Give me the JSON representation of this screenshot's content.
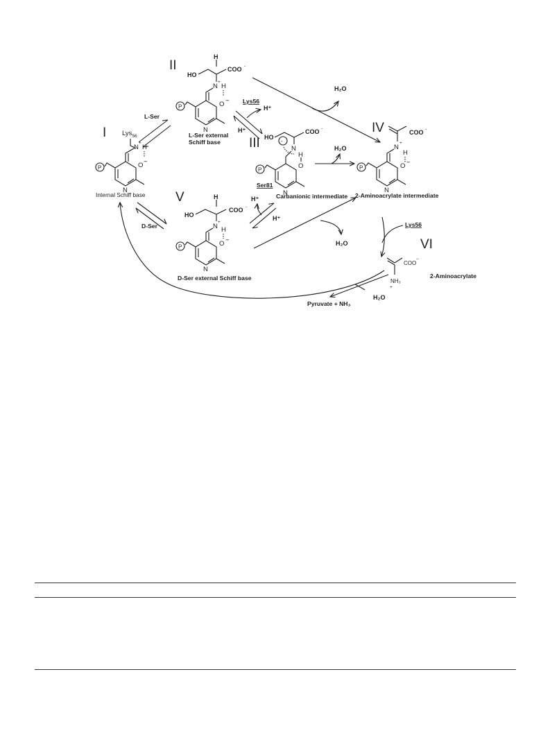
{
  "stages": {
    "I": {
      "numeral": "I",
      "label": "Internal Schiff base",
      "residue": "Lys",
      "residue_sub": "56"
    },
    "II": {
      "numeral": "II",
      "label_line1": "L-Ser external",
      "label_line2": "Schiff base",
      "substituent": "HO",
      "carboxylate": "COO",
      "h": "H"
    },
    "III": {
      "numeral": "III",
      "label": "Carbanionic intermediate",
      "residue": "Ser81",
      "substituent": "HO",
      "carboxylate": "COO"
    },
    "IV": {
      "numeral": "IV",
      "label": "2-Aminoacrylate intermediate",
      "carboxylate": "COO"
    },
    "V": {
      "numeral": "V",
      "label": "D-Ser external Schiff base",
      "substituent": "HO",
      "carboxylate": "COO",
      "h": "H"
    },
    "VI": {
      "numeral": "VI",
      "label": "2-Aminoacrylate",
      "carboxylate": "COO",
      "amine": "NH₃"
    }
  },
  "reagents": {
    "lser": "L-Ser",
    "dser": "D-Ser",
    "lys56_top": "Lys56",
    "lys56_right": "Lys56",
    "water": "H₂O",
    "proton": "H⁺",
    "products": "Pyruvate + NH₃"
  },
  "atoms": {
    "n": "N",
    "o": "O",
    "h": "H",
    "p": "P",
    "plus": "+",
    "minus": "−",
    "neg": "-"
  }
}
